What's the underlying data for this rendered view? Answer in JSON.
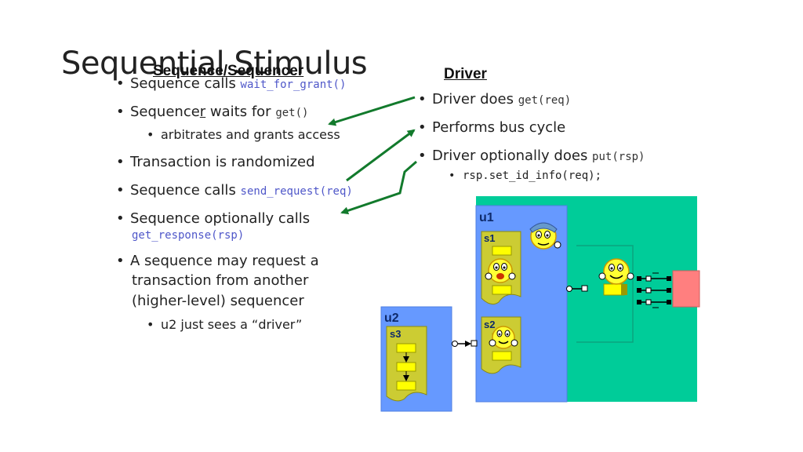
{
  "slide": {
    "title": "Sequential Stimulus",
    "left_heading": "Sequence/Sequencer",
    "right_heading": "Driver"
  },
  "left_bullets": {
    "b1_text": "Sequence calls ",
    "b1_code": "wait_for_grant()",
    "b2_text_pre": "Sequence",
    "b2_text_u": "r",
    "b2_text_post": " waits for ",
    "b2_code": "get()",
    "b2_sub": "arbitrates and grants access",
    "b3_text": "Transaction is randomized",
    "b4_text": "Sequence calls ",
    "b4_code": "send_request(req)",
    "b5_text": "Sequence optionally calls",
    "b5_code": "get_response(rsp)",
    "b6_line1": "A sequence may request a",
    "b6_line2": "transaction from another",
    "b6_line3": "(higher-level) sequencer",
    "b6_sub": "u2 just sees a “driver”"
  },
  "right_bullets": {
    "d1_text": "Driver does ",
    "d1_code": "get(req)",
    "d2_text": "Performs bus cycle",
    "d3_text": "Driver optionally does ",
    "d3_code": "put(rsp)",
    "d3_sub": "rsp.set_id_info(req);"
  },
  "diagram": {
    "u1_label": "u1",
    "u2_label": "u2",
    "s1_label": "s1",
    "s2_label": "s2",
    "s3_label": "s3",
    "colors": {
      "env_green": "#00cc99",
      "agent_blue": "#6699ff",
      "seq_yellow": "#cccc33",
      "step_yellow": "#ffff00",
      "dut_pink": "#ff7f7f",
      "arrow_green": "#127a2c"
    }
  }
}
